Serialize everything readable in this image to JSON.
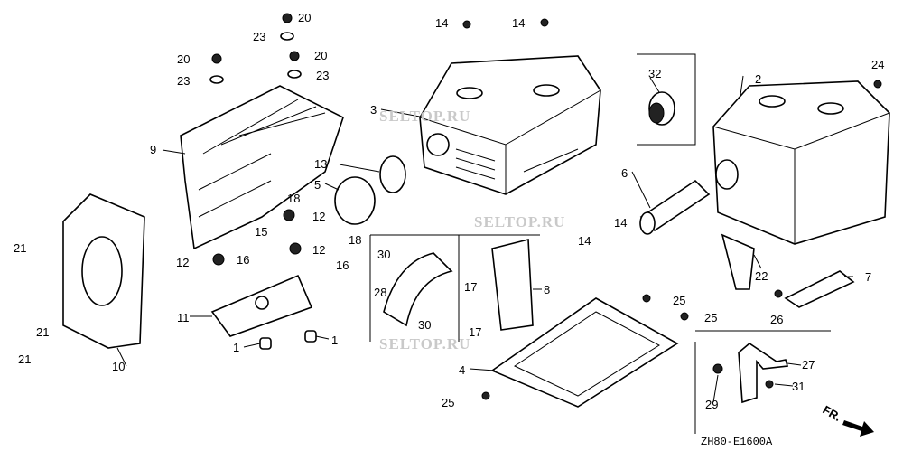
{
  "diagram": {
    "code": "ZH80-E1600A",
    "front_marker": "FR.",
    "watermarks": [
      "SELTOP.RU",
      "SELTOP.RU",
      "SELTOP.RU"
    ],
    "callouts": [
      "20",
      "23",
      "20",
      "20",
      "23",
      "23",
      "14",
      "14",
      "32",
      "2",
      "24",
      "3",
      "9",
      "13",
      "5",
      "18",
      "12",
      "18",
      "15",
      "12",
      "12",
      "16",
      "16",
      "21",
      "21",
      "21",
      "10",
      "11",
      "1",
      "1",
      "30",
      "28",
      "30",
      "17",
      "17",
      "8",
      "6",
      "14",
      "14",
      "22",
      "7",
      "26",
      "25",
      "25",
      "4",
      "25",
      "27",
      "29",
      "31"
    ]
  }
}
